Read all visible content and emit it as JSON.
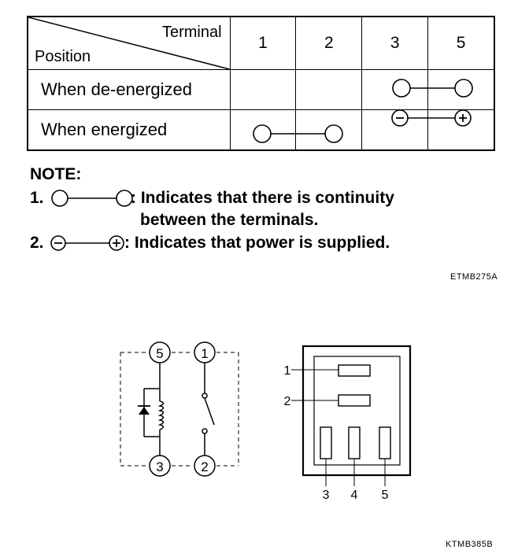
{
  "table": {
    "corner_terminal": "Terminal",
    "corner_position": "Position",
    "terminals": [
      "1",
      "2",
      "3",
      "5"
    ],
    "rows": [
      {
        "label": "When de-energized"
      },
      {
        "label": "When energized"
      }
    ]
  },
  "note": {
    "title": "NOTE:",
    "item1_num": "1.",
    "item1_text_a": ": Indicates that there is continuity",
    "item1_text_b": "between the terminals.",
    "item2_num": "2.",
    "item2_text": ": Indicates that power is supplied."
  },
  "ref_top": "ETMB275A",
  "ref_bottom": "KTMB385B",
  "schematic": {
    "terminals": [
      "5",
      "1",
      "3",
      "2"
    ]
  },
  "connector": {
    "pin_labels": [
      "1",
      "2",
      "3",
      "4",
      "5"
    ]
  }
}
